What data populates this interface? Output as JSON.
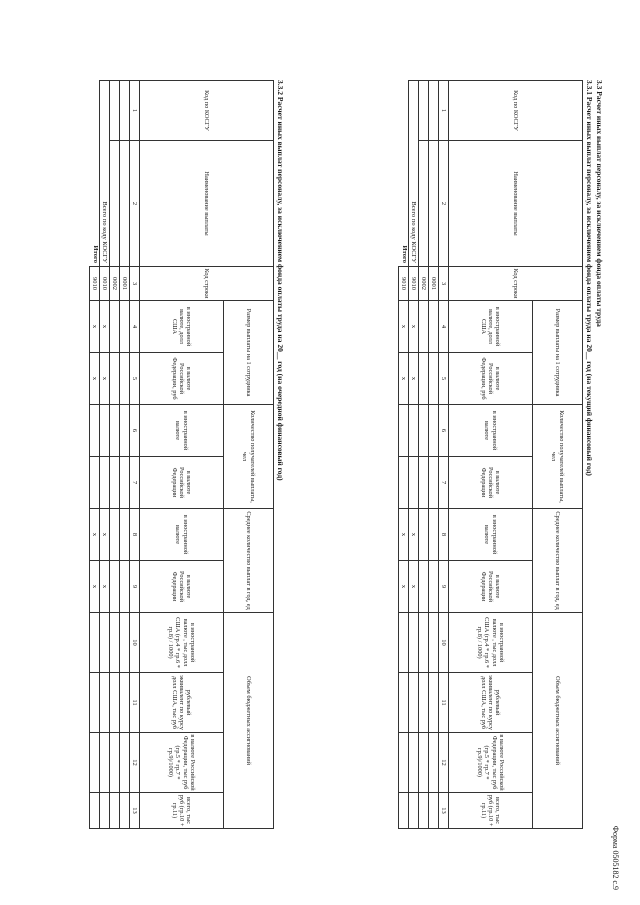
{
  "form_code": "Форма 0505182 с.9",
  "section_title": "3.3 Расчет иных выплат персоналу, за исключением фонда оплаты труда",
  "tables": [
    {
      "title": "3.3.1 Расчет иных выплат персоналу, за исключением фонда оплаты труда  на  20__  год (на текущий финансовый год)",
      "headers": {
        "kosgu": "Код по КОСГУ",
        "name": "Наименование выплаты",
        "row_code": "Код строки",
        "payment_size": "Размер выплаты на 1 сотрудника",
        "payment_size_foreign": "в иностранной валюте, долл США",
        "payment_size_rub": "в валюте Российской Федерации, руб",
        "recipients": "Количество получателей выплаты, чел",
        "recipients_foreign": "в иностранной валюте",
        "recipients_rub": "в валюте Российской Федерации",
        "avg_count": "Среднее количество выплат в год, ед",
        "avg_count_foreign": "в иностранной валюте",
        "avg_count_rub": "в валюте Российской Федерации",
        "volume": "Объем бюджетных ассигнований",
        "volume_foreign": "в иностранной валюте , тыс долл США (гр.4 * гр.6 * гр.8) / 1000)",
        "volume_rub_equiv": "рублевый эквивалент по курсу долл США, тыс руб",
        "volume_rub": "в валюте Российской Федерации, тыс руб (гр.5 * гр.7 * гр.9)/1000)",
        "volume_total": "всего, тыс руб (гр.10 + гр.11)"
      },
      "column_numbers": [
        "1",
        "2",
        "3",
        "4",
        "5",
        "6",
        "7",
        "8",
        "9",
        "10",
        "11",
        "12",
        "13"
      ],
      "rows": [
        {
          "kosgu": "",
          "name": "",
          "code": "0001",
          "c4": "",
          "c5": "",
          "c6": "",
          "c7": "",
          "c8": "",
          "c9": "",
          "c10": "",
          "c11": "",
          "c12": "",
          "c13": ""
        },
        {
          "kosgu": "",
          "name": "",
          "code": "0002",
          "c4": "",
          "c5": "",
          "c6": "",
          "c7": "",
          "c8": "",
          "c9": "",
          "c10": "",
          "c11": "",
          "c12": "",
          "c13": ""
        }
      ],
      "total_kosgu_label": "Всего по коду КОСГУ",
      "total_kosgu_code": "9010",
      "total_label": "Итого",
      "total_code": "9010",
      "x_mark": "x"
    },
    {
      "title": "3.3.2 Расчет иных выплат персоналу, за исключением фонда оплаты труда  на  20__  год (на очередной финансовый год)",
      "headers": {
        "kosgu": "Код по КОСГУ",
        "name": "Наименование выплаты",
        "row_code": "Код строки",
        "payment_size": "Размер выплаты на 1 сотрудника",
        "payment_size_foreign": "в иностранной валюте, долл США",
        "payment_size_rub": "в валюте Российской Федерации, руб",
        "recipients": "Количество получателей выплаты, чел",
        "recipients_foreign": "в иностранной валюте",
        "recipients_rub": "в валюте Российской Федерации",
        "avg_count": "Среднее количество выплат в год, ед",
        "avg_count_foreign": "в иностранной валюте",
        "avg_count_rub": "в валюте Российской Федерации",
        "volume": "Объем бюджетных ассигнований",
        "volume_foreign": "в иностранной валюте , тыс долл США (гр.4 * гр.6 * гр.8) / 1000)",
        "volume_rub_equiv": "рублевый эквивалент по курсу долл США, тыс руб",
        "volume_rub": "в валюте Российской Федерации, тыс руб (гр.5 * гр.7 * гр.9)/1000)",
        "volume_total": "всего, тыс руб (гр.10 + гр.11)"
      },
      "column_numbers": [
        "1",
        "2",
        "3",
        "4",
        "5",
        "6",
        "7",
        "8",
        "9",
        "10",
        "11",
        "12",
        "13"
      ],
      "rows": [
        {
          "kosgu": "",
          "name": "",
          "code": "0001",
          "c4": "",
          "c5": "",
          "c6": "",
          "c7": "",
          "c8": "",
          "c9": "",
          "c10": "",
          "c11": "",
          "c12": "",
          "c13": ""
        },
        {
          "kosgu": "",
          "name": "",
          "code": "0002",
          "c4": "",
          "c5": "",
          "c6": "",
          "c7": "",
          "c8": "",
          "c9": "",
          "c10": "",
          "c11": "",
          "c12": "",
          "c13": ""
        }
      ],
      "total_kosgu_label": "Всего по коду КОСГУ",
      "total_kosgu_code": "0010",
      "total_label": "Итого",
      "total_code": "9010",
      "x_mark": "x"
    }
  ]
}
